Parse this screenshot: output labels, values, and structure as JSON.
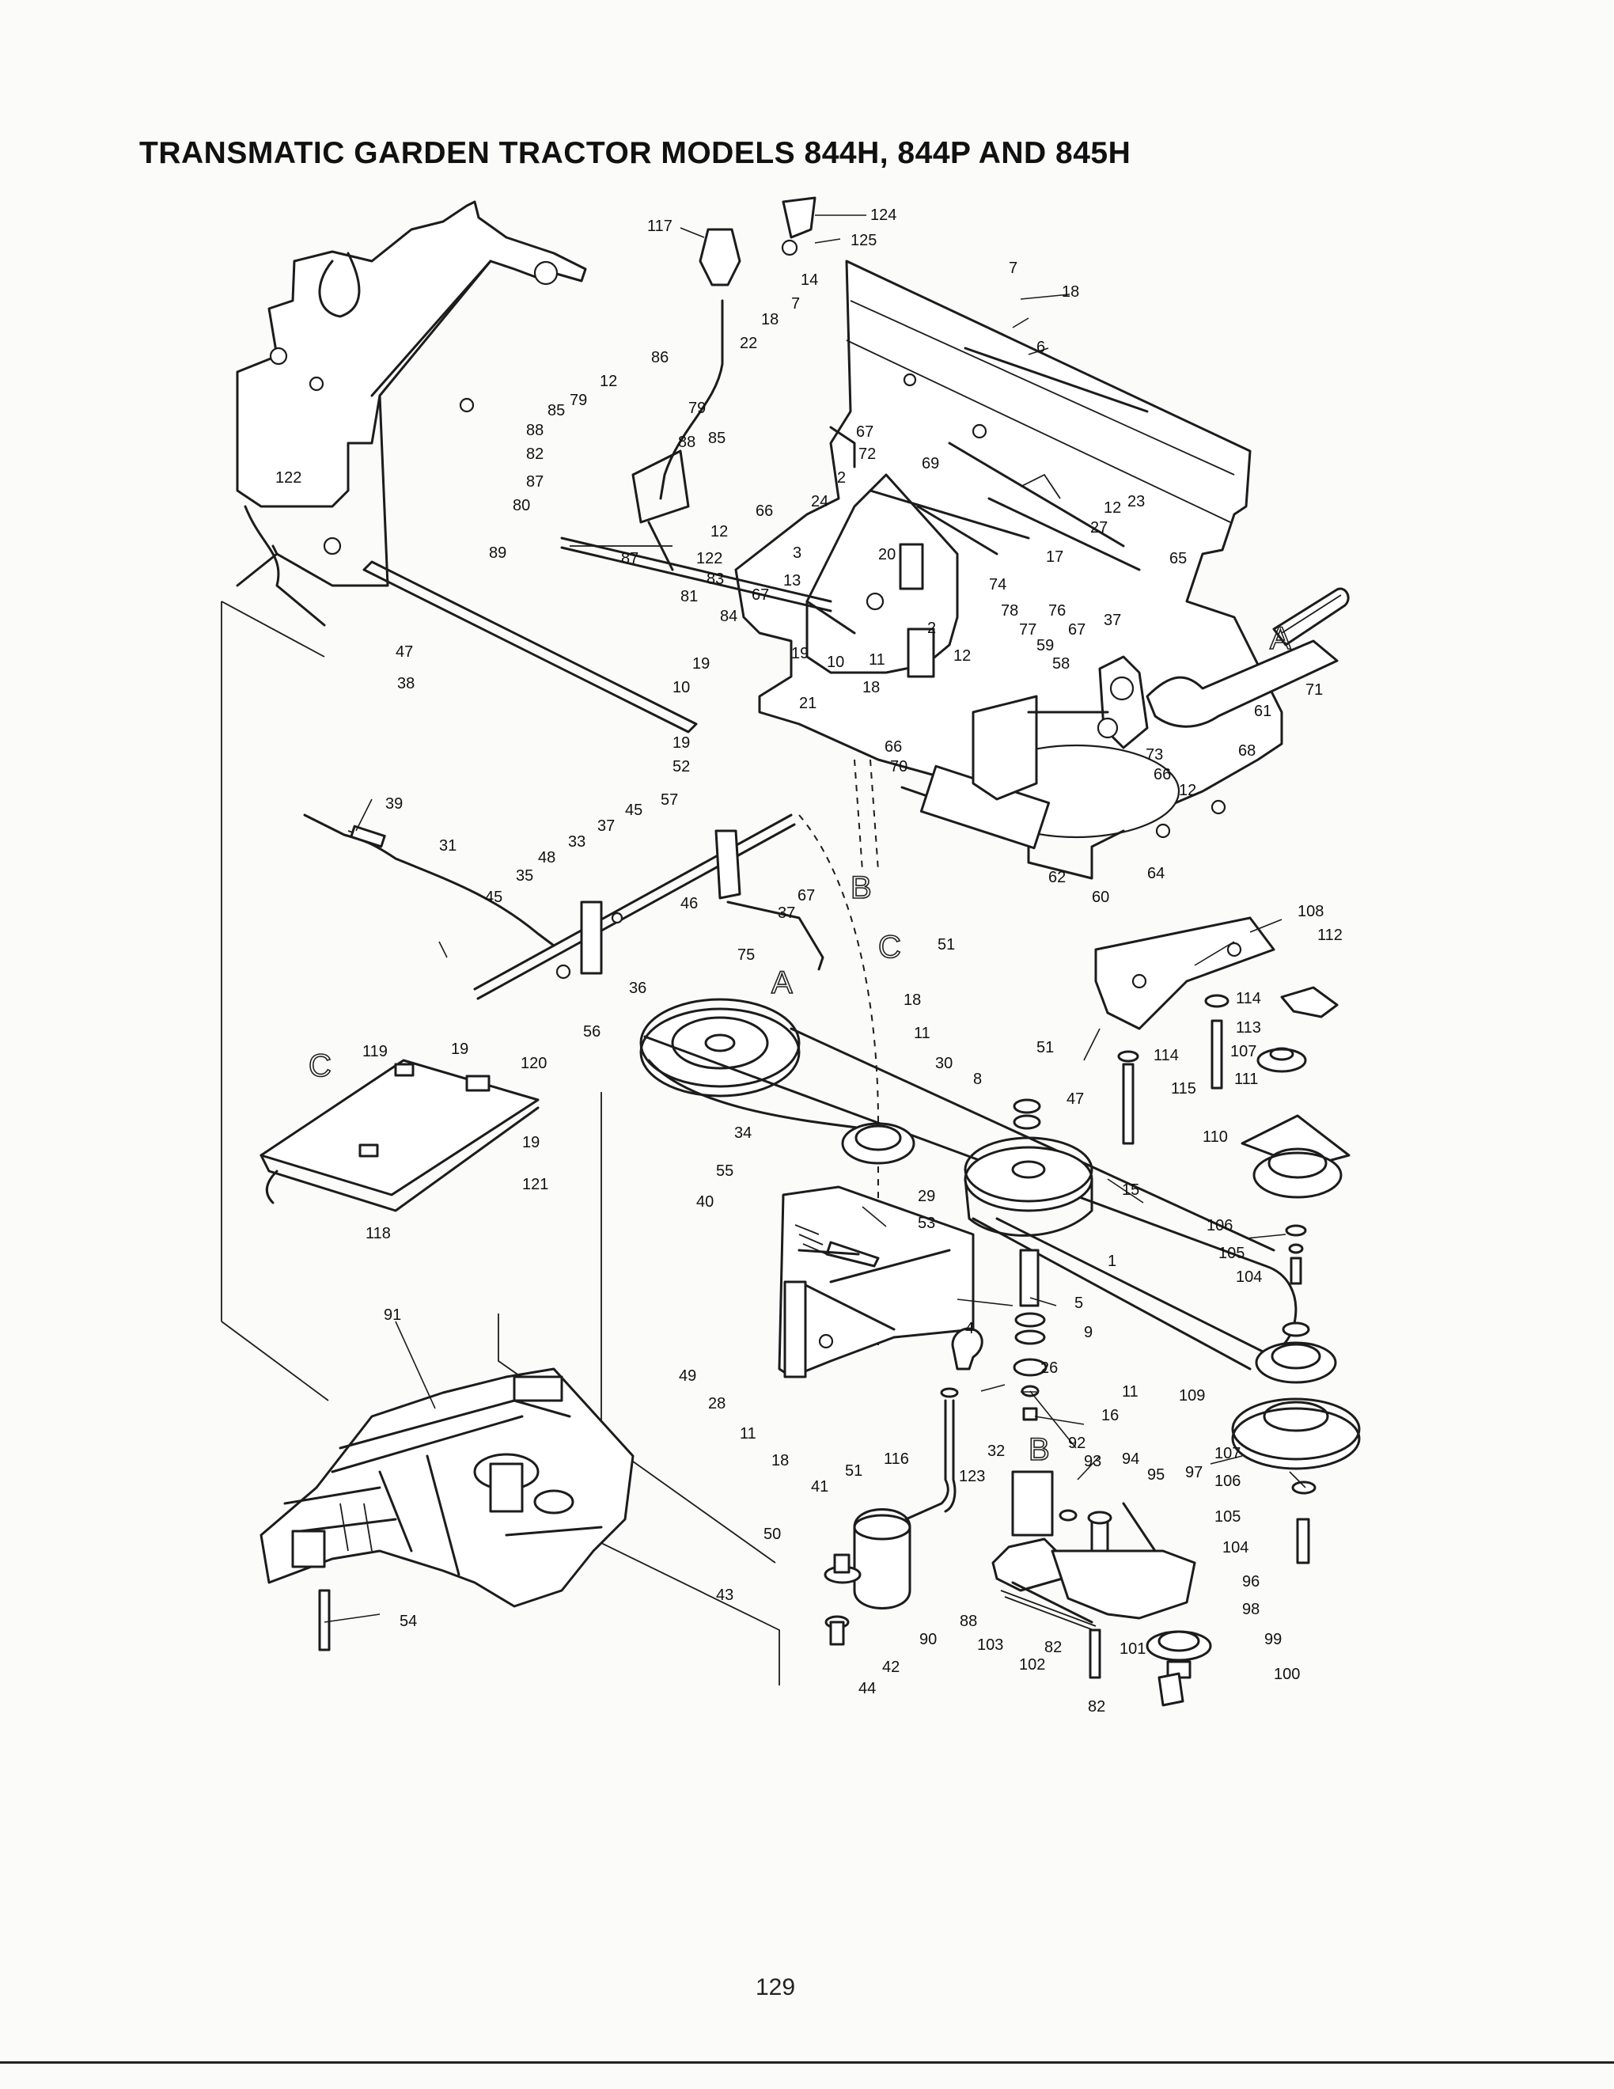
{
  "page": {
    "title": "TRANSMATIC GARDEN TRACTOR MODELS 844H, 844P AND 845H",
    "page_number": "129"
  },
  "section_letters": [
    "A",
    "B",
    "C"
  ],
  "part_callouts": [
    "1",
    "2",
    "3",
    "4",
    "5",
    "6",
    "7",
    "8",
    "9",
    "10",
    "11",
    "12",
    "13",
    "14",
    "15",
    "16",
    "17",
    "18",
    "19",
    "20",
    "21",
    "22",
    "23",
    "24",
    "26",
    "27",
    "28",
    "29",
    "30",
    "31",
    "32",
    "33",
    "34",
    "35",
    "36",
    "37",
    "38",
    "39",
    "40",
    "41",
    "42",
    "43",
    "44",
    "45",
    "46",
    "47",
    "48",
    "49",
    "50",
    "51",
    "52",
    "53",
    "54",
    "55",
    "56",
    "57",
    "58",
    "59",
    "60",
    "61",
    "62",
    "64",
    "65",
    "66",
    "67",
    "68",
    "69",
    "70",
    "71",
    "72",
    "73",
    "74",
    "75",
    "76",
    "77",
    "78",
    "79",
    "80",
    "81",
    "82",
    "83",
    "84",
    "85",
    "86",
    "87",
    "88",
    "89",
    "90",
    "91",
    "92",
    "93",
    "94",
    "95",
    "96",
    "97",
    "98",
    "99",
    "100",
    "101",
    "102",
    "103",
    "104",
    "105",
    "106",
    "107",
    "108",
    "109",
    "110",
    "111",
    "112",
    "113",
    "114",
    "115",
    "116",
    "117",
    "118",
    "119",
    "120",
    "121",
    "122",
    "123",
    "124",
    "125"
  ]
}
